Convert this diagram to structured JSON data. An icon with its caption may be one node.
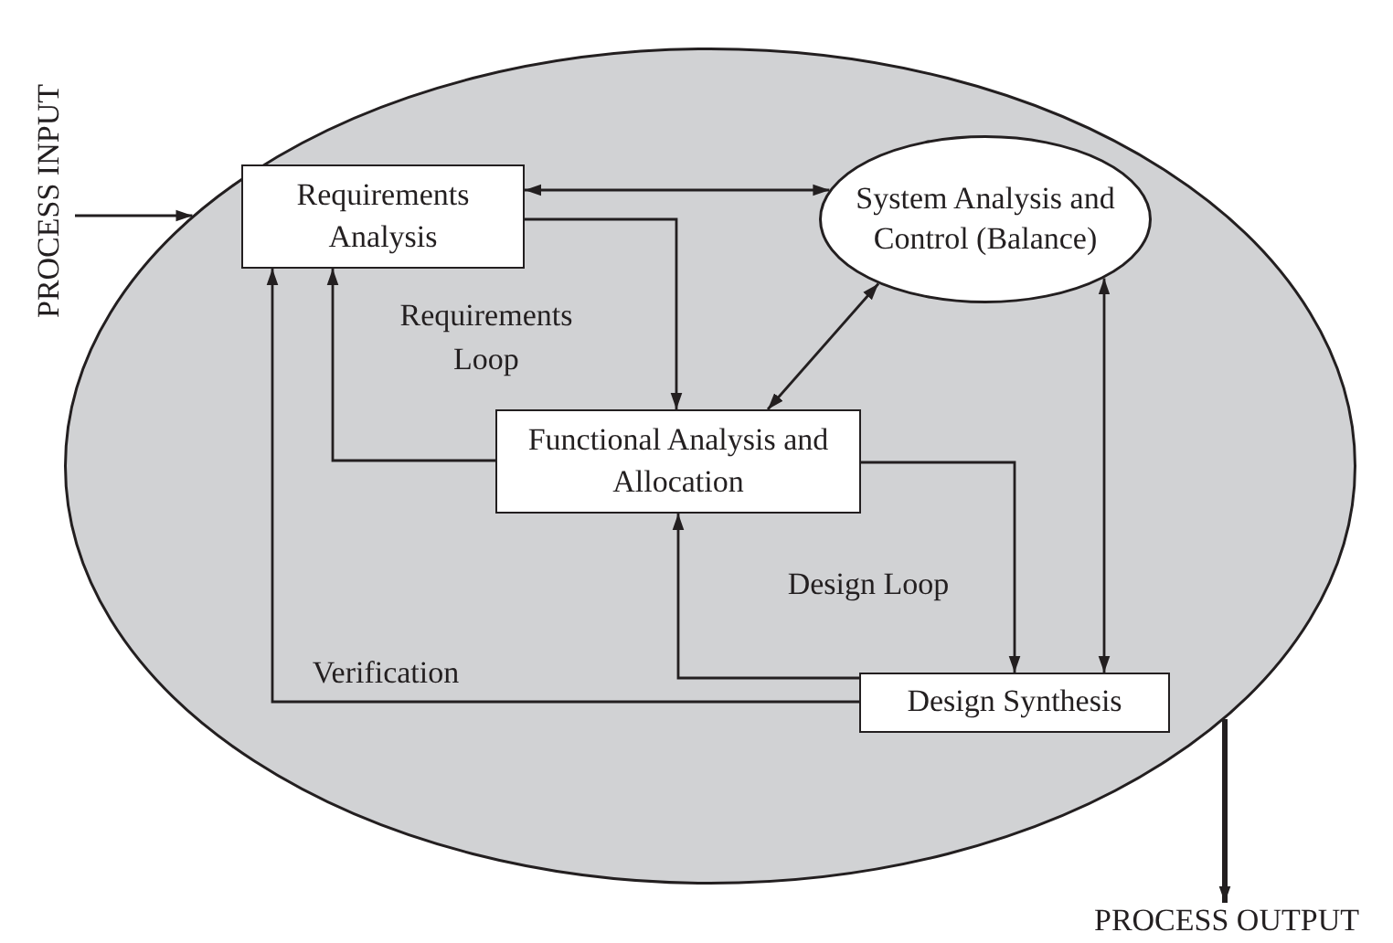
{
  "diagram": {
    "nodes": [
      {
        "text": [],
        "shape": "ellipse"
      },
      {
        "text": [
          "Requirements Analysis"
        ],
        "in": 0
      },
      {
        "text": [
          "System Analysis and Control (Balance)"
        ],
        "in": 0
      },
      {
        "text": [
          "Functional Analysis and Allocation"
        ],
        "in": 0
      },
      {
        "text": [
          "Design Synthesis"
        ],
        "in": 0
      },
      {
        "text": [
          "PROCESS INPUT"
        ]
      },
      {
        "text": [
          "PROCESS OUTPUT"
        ]
      }
    ],
    "edges": [
      {
        "from": 5,
        "to": 0,
        "arrow": "to"
      },
      {
        "from": 1,
        "to": 2,
        "arrow": "both"
      },
      {
        "from": 1,
        "to": 3,
        "arrow": "to"
      },
      {
        "from": 3,
        "to": 1,
        "arrow": "to"
      },
      {
        "from": 2,
        "to": 3,
        "arrow": "both"
      },
      {
        "from": 3,
        "to": 4,
        "arrow": "to"
      },
      {
        "from": 4,
        "to": 3,
        "arrow": "to"
      },
      {
        "from": 4,
        "to": 1,
        "arrow": "to",
        "label": "Verification"
      },
      {
        "from": 2,
        "to": 4,
        "arrow": "both"
      },
      {
        "from": 0,
        "to": 6,
        "arrow": "to",
        "style": "thick"
      }
    ],
    "labels": [
      "Requirements Loop",
      "Design Loop"
    ]
  }
}
